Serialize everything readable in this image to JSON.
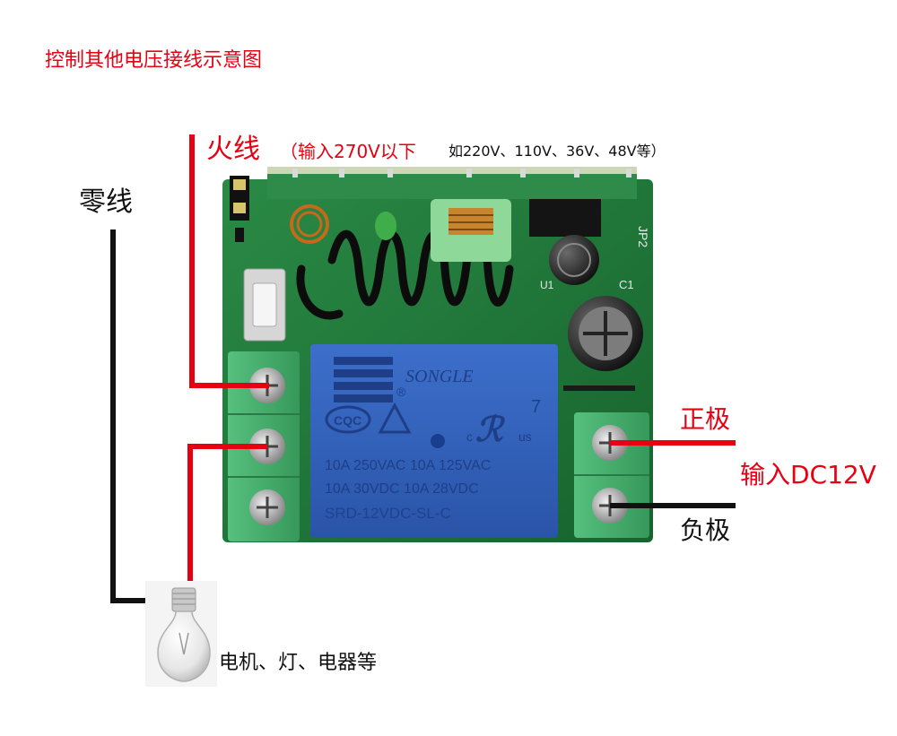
{
  "title": "控制其他电压接线示意图",
  "labels": {
    "live_wire": "火线",
    "live_wire_note": "（输入270V以下",
    "live_wire_examples": "如220V、110V、36V、48V等）",
    "neutral_wire": "零线",
    "positive": "正极",
    "input_dc": "输入DC12V",
    "negative": "负极",
    "load": "电机、灯、电器等"
  },
  "relay": {
    "brand": "SONGLE",
    "registered": "®",
    "cqc": "CQC",
    "ul_c": "c",
    "ul_us": "us",
    "seven": "7",
    "rating_line1": "10A 250VAC 10A 125VAC",
    "rating_line2": "10A  30VDC  10A  28VDC",
    "model": "SRD-12VDC-SL-C"
  },
  "pcb": {
    "jp2": "JP2",
    "c1": "C1",
    "u1": "U1"
  },
  "colors": {
    "live_wire": "#e60012",
    "neutral_wire": "#111111",
    "pcb_green": "#1f7a3a",
    "relay_blue": "#2f5fb8",
    "terminal_green": "#3fae6a"
  }
}
